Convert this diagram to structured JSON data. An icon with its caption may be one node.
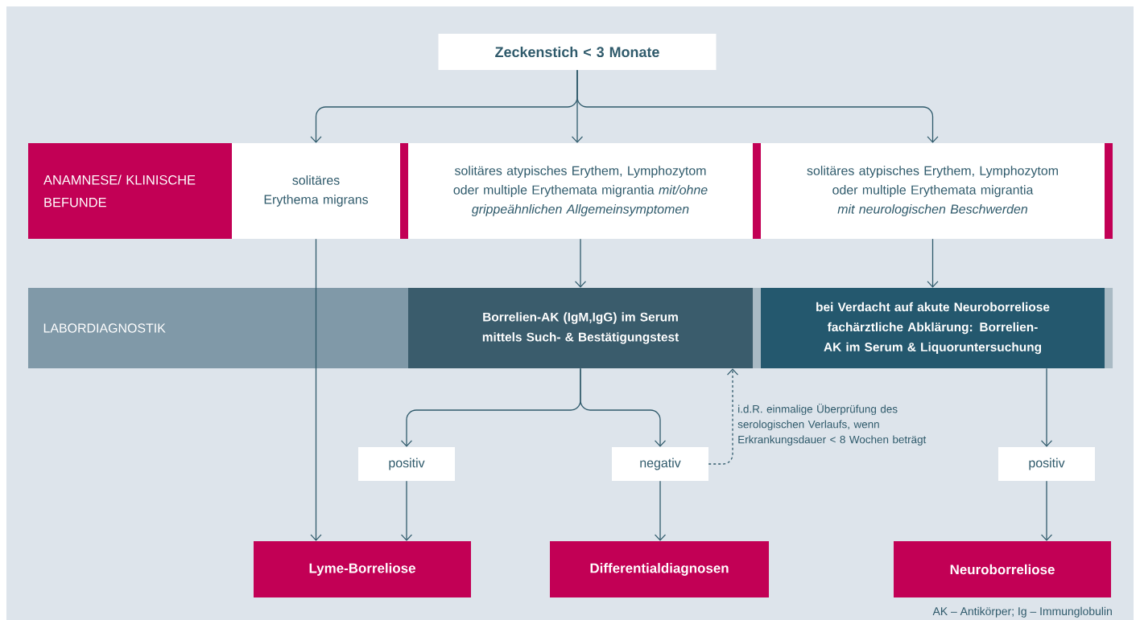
{
  "diagram": {
    "nodes": [
      {
        "text": [
          "Zeckenstich < 3 Monate"
        ]
      },
      {
        "text": [
          "ANAMNESE/ KLINISCHE BEFUNDE"
        ]
      },
      {
        "text": [
          "solitäres Erythema migrans"
        ]
      },
      {
        "text": [
          "solitäres atypisches Erythem, Lymphozytom oder multiple Erythemata migrantia *mit/ohne grippeähnlichen Allgemeinsymptomen*"
        ]
      },
      {
        "text": [
          "solitäres atypisches Erythem, Lymphozytom oder multiple Erythemata migrantia *mit neurologischen Beschwerden*"
        ]
      },
      {
        "text": [
          "LABORDIAGNOSTIK"
        ]
      },
      {
        "text": [
          "Borrelien-AK (IgM,IgG) im Serum mittels Such- & Bestätigungstest"
        ],
        "in": 5
      },
      {
        "text": [
          "bei Verdacht auf akute Neuroborreliose fachärztliche Abklärung: Borrelien-AK im Serum & Liquoruntersuchung"
        ],
        "in": 5
      },
      {
        "text": [
          "positiv"
        ]
      },
      {
        "text": [
          "negativ"
        ]
      },
      {
        "text": [
          "positiv"
        ]
      },
      {
        "text": [
          "Lyme-Borreliose"
        ]
      },
      {
        "text": [
          "Differentialdiagnosen"
        ]
      },
      {
        "text": [
          "Neuroborreliose"
        ]
      }
    ],
    "edges": [
      {
        "from": 0,
        "to": 2,
        "arrow": "to"
      },
      {
        "from": 0,
        "to": 3,
        "arrow": "to"
      },
      {
        "from": 0,
        "to": 4,
        "arrow": "to"
      },
      {
        "from": 2,
        "to": 11,
        "arrow": "to"
      },
      {
        "from": 3,
        "to": 6,
        "arrow": "to"
      },
      {
        "from": 4,
        "to": 7,
        "arrow": "to"
      },
      {
        "from": 6,
        "to": 8,
        "arrow": "to"
      },
      {
        "from": 6,
        "to": 9,
        "arrow": "to"
      },
      {
        "from": 9,
        "to": 6,
        "arrow": "to",
        "style": "dashed",
        "label": "i.d.R. einmalige Überprüfung des serologischen Verlaufs, wenn Erkrankungsdauer < 8 Wochen beträgt"
      },
      {
        "from": 8,
        "to": 11,
        "arrow": "to"
      },
      {
        "from": 9,
        "to": 12,
        "arrow": "to"
      },
      {
        "from": 7,
        "to": 10,
        "arrow": "to"
      },
      {
        "from": 10,
        "to": 13,
        "arrow": "to"
      }
    ],
    "labels": [
      "AK – Antikörper; Ig – Immunglobulin"
    ]
  }
}
